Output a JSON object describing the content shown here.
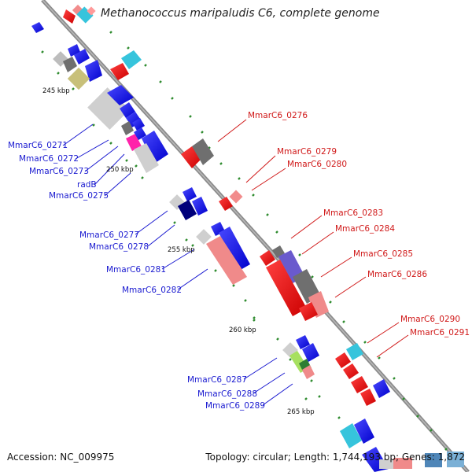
{
  "title": "Methanococcus maripaludis C6, complete genome",
  "footer": {
    "accession": "Accession: NC_009975",
    "summary": "Topology: circular; Length: 1,744,193 bp; Genes: 1,872"
  },
  "ticks": {
    "t245": "245 kbp",
    "t250": "250 kbp",
    "t255": "255 kbp",
    "t260": "260 kbp",
    "t265": "265 kbp"
  },
  "genes": {
    "g0271": "MmarC6_0271",
    "g0272": "MmarC6_0272",
    "g0273": "MmarC6_0273",
    "radB": "radB",
    "g0275": "MmarC6_0275",
    "g0276": "MmarC6_0276",
    "g0277": "MmarC6_0277",
    "g0278": "MmarC6_0278",
    "g0279": "MmarC6_0279",
    "g0280": "MmarC6_0280",
    "g0281": "MmarC6_0281",
    "g0282": "MmarC6_0282",
    "g0283": "MmarC6_0283",
    "g0284": "MmarC6_0284",
    "g0285": "MmarC6_0285",
    "g0286": "MmarC6_0286",
    "g0287": "MmarC6_0287",
    "g0288": "MmarC6_0288",
    "g0289": "MmarC6_0289",
    "g0290": "MmarC6_0290",
    "g0291": "MmarC6_0291"
  },
  "colors": {
    "reverse_strand_label": "#1a1ad0",
    "forward_strand_label": "#d01818",
    "backbone": "#8c8c8c",
    "tick": "#2e8b2e"
  }
}
